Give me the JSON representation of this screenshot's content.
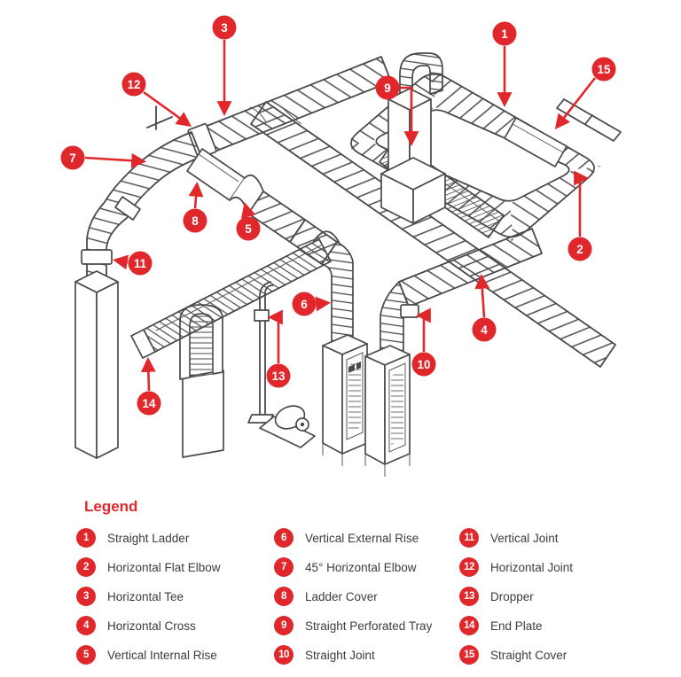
{
  "colors": {
    "accent_red": "#e0272b",
    "line_gray": "#4a4a4a",
    "text_gray": "#3c3c3c"
  },
  "legend": {
    "title": "Legend",
    "columns": [
      {
        "items": [
          {
            "num": "1",
            "label": "Straight Ladder"
          },
          {
            "num": "2",
            "label": "Horizontal Flat Elbow"
          },
          {
            "num": "3",
            "label": "Horizontal Tee"
          },
          {
            "num": "4",
            "label": "Horizontal Cross"
          },
          {
            "num": "5",
            "label": "Vertical Internal Rise"
          }
        ]
      },
      {
        "items": [
          {
            "num": "6",
            "label": "Vertical External Rise"
          },
          {
            "num": "7",
            "label": "45° Horizontal Elbow"
          },
          {
            "num": "8",
            "label": "Ladder Cover"
          },
          {
            "num": "9",
            "label": "Straight Perforated Tray"
          },
          {
            "num": "10",
            "label": "Straight Joint"
          }
        ]
      },
      {
        "items": [
          {
            "num": "11",
            "label": "Vertical Joint"
          },
          {
            "num": "12",
            "label": "Horizontal Joint"
          },
          {
            "num": "13",
            "label": "Dropper"
          },
          {
            "num": "14",
            "label": "End Plate"
          },
          {
            "num": "15",
            "label": "Straight Cover"
          }
        ]
      }
    ]
  },
  "markers": [
    {
      "num": "1"
    },
    {
      "num": "2"
    },
    {
      "num": "3"
    },
    {
      "num": "4"
    },
    {
      "num": "5"
    },
    {
      "num": "6"
    },
    {
      "num": "7"
    },
    {
      "num": "8"
    },
    {
      "num": "9"
    },
    {
      "num": "10"
    },
    {
      "num": "11"
    },
    {
      "num": "12"
    },
    {
      "num": "13"
    },
    {
      "num": "14"
    },
    {
      "num": "15"
    }
  ]
}
